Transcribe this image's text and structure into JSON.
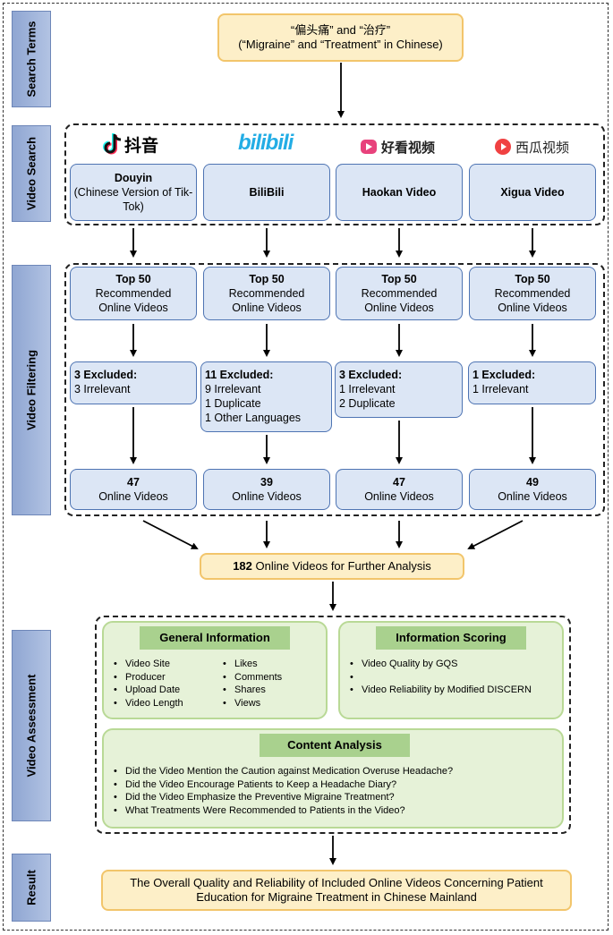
{
  "stages": {
    "search_terms": "Search Terms",
    "video_search": "Video Search",
    "video_filtering": "Video Filtering",
    "video_assessment": "Video Assessment",
    "result": "Result"
  },
  "search": {
    "line1": "“偏头痛” and “治疗”",
    "line2": "(“Migraine” and “Treatment” in Chinese)"
  },
  "logos": {
    "douyin": "抖音",
    "bilibili": "bilibili",
    "haokan": "好看视频",
    "xigua": "西瓜视频"
  },
  "platforms": [
    {
      "name": "Douyin",
      "sub": "(Chinese Version of Tik-Tok)"
    },
    {
      "name": "BiliBili",
      "sub": ""
    },
    {
      "name": "Haokan Video",
      "sub": ""
    },
    {
      "name": "Xigua Video",
      "sub": ""
    }
  ],
  "top50": {
    "title": "Top 50",
    "line1": "Recommended",
    "line2": "Online Videos"
  },
  "excluded": [
    {
      "title": "3 Excluded:",
      "lines": [
        "3 Irrelevant"
      ]
    },
    {
      "title": "11 Excluded:",
      "lines": [
        "9 Irrelevant",
        "1 Duplicate",
        "1 Other Languages"
      ]
    },
    {
      "title": "3 Excluded:",
      "lines": [
        "1 Irrelevant",
        "2 Duplicate"
      ]
    },
    {
      "title": "1 Excluded:",
      "lines": [
        "1 Irrelevant"
      ]
    }
  ],
  "remaining": [
    {
      "count": "47",
      "label": "Online Videos"
    },
    {
      "count": "39",
      "label": "Online Videos"
    },
    {
      "count": "47",
      "label": "Online Videos"
    },
    {
      "count": "49",
      "label": "Online Videos"
    }
  ],
  "total": {
    "count": "182",
    "label": " Online Videos for Further Analysis"
  },
  "general_info": {
    "title": "General Information",
    "col1": [
      "Video Site",
      "Producer",
      "Upload Date",
      "Video Length"
    ],
    "col2": [
      "Likes",
      "Comments",
      "Shares",
      "Views"
    ]
  },
  "info_scoring": {
    "title": "Information Scoring",
    "item1": "Video Quality by GQS",
    "item2": "Video Reliability by Modified DISCERN"
  },
  "content_analysis": {
    "title": "Content Analysis",
    "items": [
      "Did the Video Mention the Caution against Medication Overuse Headache?",
      "Did the Video Encourage Patients to Keep a Headache Diary?",
      "Did the Video Emphasize the Preventive Migraine Treatment?",
      "What Treatments Were Recommended to Patients in the Video?"
    ]
  },
  "result": {
    "line1": "The Overall Quality and Reliability of Included Online Videos Concerning Patient",
    "line2": "Education for Migraine Treatment in Chinese Mainland"
  }
}
